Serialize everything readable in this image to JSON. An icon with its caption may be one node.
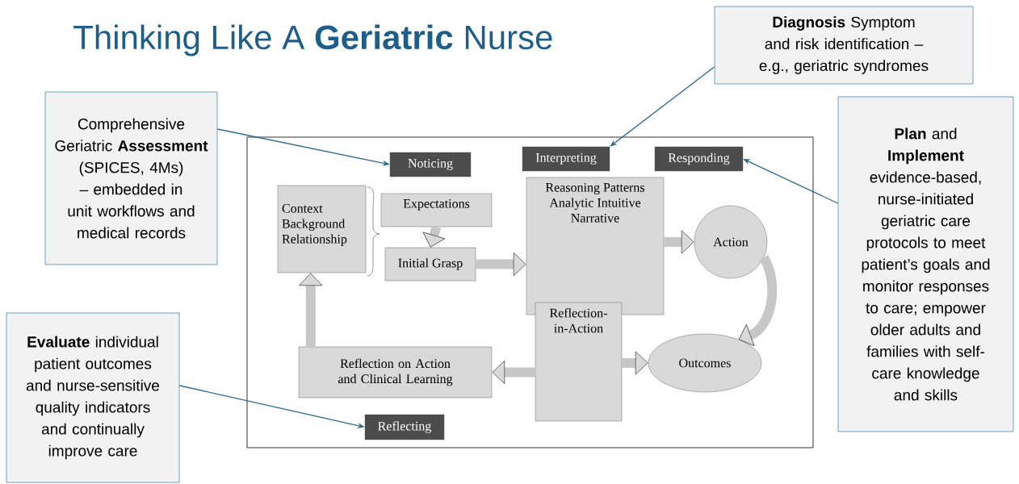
{
  "diagram": {
    "title": "Thinking Like A **Geriatric** Nurse",
    "nodes": [
      {
        "text": [
          "**Diagnosis** Symptom and risk identification – e.g., geriatric syndromes"
        ]
      },
      {
        "text": [
          "Comprehensive Geriatric **Assessment** (SPICES, 4Ms) – embedded in unit workflows and medical records"
        ]
      },
      {
        "text": [
          "**Plan** and **Implement** evidence-based, nurse-initiated geriatric care protocols to meet patient’s goals and monitor responses to care; empower older adults and families with self-care knowledge and skills"
        ]
      },
      {
        "text": [
          "Noticing"
        ]
      },
      {
        "text": [
          "Interpreting"
        ]
      },
      {
        "text": [
          "Responding"
        ]
      },
      {
        "text": [
          "Context Background Relationship"
        ]
      },
      {
        "text": [
          "Expectations"
        ]
      },
      {
        "text": [
          "Reasoning Patterns Analytic Intuitive Narrative"
        ]
      },
      {
        "text": [
          "Initial Grasp"
        ]
      },
      {
        "text": [
          "Action"
        ]
      },
      {
        "text": [
          "Reflection-in-Action"
        ]
      },
      {
        "text": [
          "Reflection on Action and Clinical Learning"
        ]
      },
      {
        "text": [
          "Outcomes"
        ]
      },
      {
        "text": [
          "**Evaluate** individual patient outcomes and nurse-sensitive quality indicators and continually improve care"
        ]
      },
      {
        "text": [
          "Reflecting"
        ]
      }
    ],
    "edges": [
      {
        "from": 1,
        "to": 3,
        "arrow": "to",
        "color": "#2e6a8e"
      },
      {
        "from": 0,
        "to": 4,
        "arrow": "to",
        "color": "#2e6a8e"
      },
      {
        "from": 2,
        "to": 5,
        "arrow": "to",
        "color": "#2e6a8e"
      },
      {
        "from": 14,
        "to": 15,
        "arrow": "to",
        "color": "#2e6a8e"
      },
      {
        "from": 7,
        "to": 9,
        "arrow": "to"
      },
      {
        "from": 9,
        "to": 8,
        "arrow": "to"
      },
      {
        "from": 8,
        "to": 10,
        "arrow": "to"
      },
      {
        "from": 10,
        "to": 13,
        "arrow": "to"
      },
      {
        "from": 11,
        "to": 12,
        "arrow": "to"
      },
      {
        "from": 11,
        "to": 13,
        "arrow": "to"
      },
      {
        "from": 12,
        "to": 6,
        "arrow": "to"
      }
    ]
  }
}
